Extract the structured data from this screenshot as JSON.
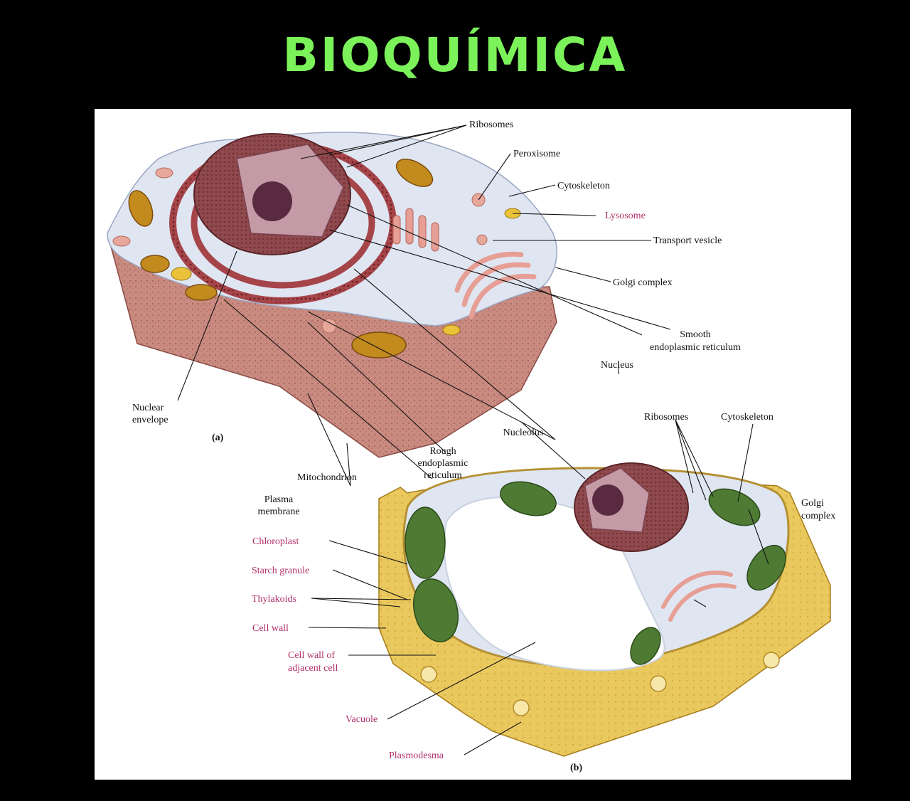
{
  "title": "BIOQUÍMICA",
  "colors": {
    "title": "#7cf25a",
    "background": "#000000",
    "panel": "#ffffff",
    "animal_cytoplasm": "#dfe6f2",
    "animal_membrane_side": "#c98a80",
    "nucleus": "#8e4a4e",
    "nucleoplasm": "#c49aa6",
    "rough_er": "#a5454a",
    "golgi": "#e79f95",
    "mitochondrion": "#c38a1e",
    "plant_cell_wall": "#e9c85e",
    "chloroplast": "#4e7a34",
    "vacuole": "#ffffff",
    "pink_label": "#b0306a"
  },
  "animal_cell": {
    "ribosomes": "Ribosomes",
    "peroxisome": "Peroxisome",
    "cytoskeleton": "Cytoskeleton",
    "lysosome": "Lysosome",
    "transport_vesicle": "Transport vesicle",
    "golgi_complex": "Golgi complex",
    "smooth_er_1": "Smooth",
    "smooth_er_2": "endoplasmic reticulum",
    "nucleus": "Nucleus",
    "nuclear_envelope_1": "Nuclear",
    "nuclear_envelope_2": "envelope",
    "panel_label": "(a)",
    "nucleolus": "Nucleolus",
    "rough_er_1": "Rough",
    "rough_er_2": "endoplasmic",
    "rough_er_3": "reticulum",
    "mitochondrion": "Mitochondrion",
    "plasma_membrane_1": "Plasma",
    "plasma_membrane_2": "membrane"
  },
  "plant_cell": {
    "ribosomes": "Ribosomes",
    "cytoskeleton": "Cytoskeleton",
    "golgi_complex_1": "Golgi",
    "golgi_complex_2": "complex",
    "chloroplast": "Chloroplast",
    "starch_granule": "Starch granule",
    "thylakoids": "Thylakoids",
    "cell_wall": "Cell wall",
    "adjacent_wall_1": "Cell wall of",
    "adjacent_wall_2": "adjacent cell",
    "vacuole": "Vacuole",
    "plasmodesma": "Plasmodesma",
    "panel_label": "(b)"
  }
}
